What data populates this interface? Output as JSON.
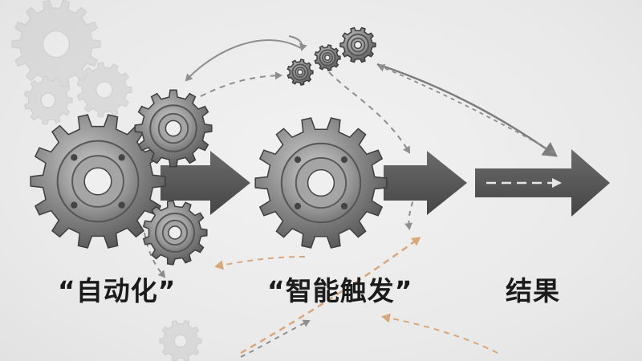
{
  "labels": {
    "automation": "“自动化”",
    "smart_trigger": "“智能触发”",
    "result": "结果"
  },
  "colors": {
    "background": "#ececec",
    "gear_metal": "#8a8a8a",
    "arrow": "#5b5b5b",
    "dashed_gray": "#8e8e8e",
    "dashed_orange": "#d9a77c",
    "text": "#1b1b1b"
  }
}
